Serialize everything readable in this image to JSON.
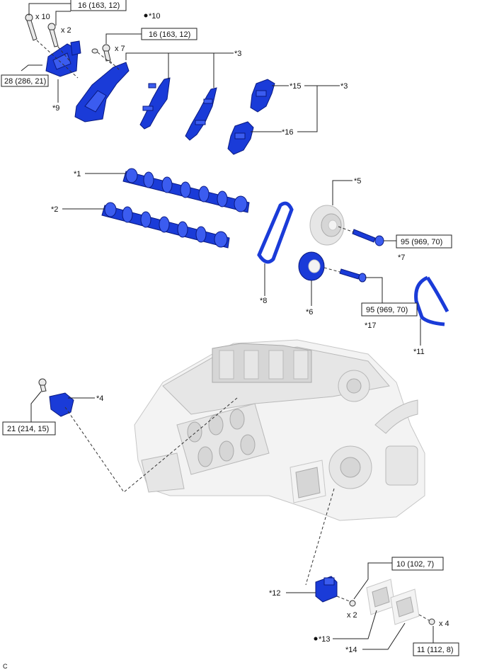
{
  "torque_specs": [
    {
      "id": "t1",
      "text": "16 (163, 12)"
    },
    {
      "id": "t2",
      "text": "16 (163, 12)"
    },
    {
      "id": "t3",
      "text": "28 (286, 21)"
    },
    {
      "id": "t4",
      "text": "95 (969, 70)"
    },
    {
      "id": "t5",
      "text": "95 (969, 70)"
    },
    {
      "id": "t6",
      "text": "21 (214, 15)"
    },
    {
      "id": "t7",
      "text": "10 (102, 7)"
    },
    {
      "id": "t8",
      "text": "11 (112, 8)"
    }
  ],
  "quantities": {
    "q10": "x 10",
    "q2a": "x 2",
    "q7": "x 7",
    "q2b": "x 2",
    "q4": "x 4"
  },
  "callouts": {
    "c1": "*1",
    "c2": "*2",
    "c3a": "*3",
    "c3b": "*3",
    "c4": "*4",
    "c5": "*5",
    "c6": "*6",
    "c7": "*7",
    "c8": "*8",
    "c9": "*9",
    "c10": "*10",
    "c11": "*11",
    "c12": "*12",
    "c13": "*13",
    "c14": "*14",
    "c15": "*15",
    "c16": "*16",
    "c17": "*17"
  },
  "corner_code": "C",
  "colors": {
    "part_blue": "#1a3bd8",
    "engine_grey": "#e6e6e6"
  }
}
